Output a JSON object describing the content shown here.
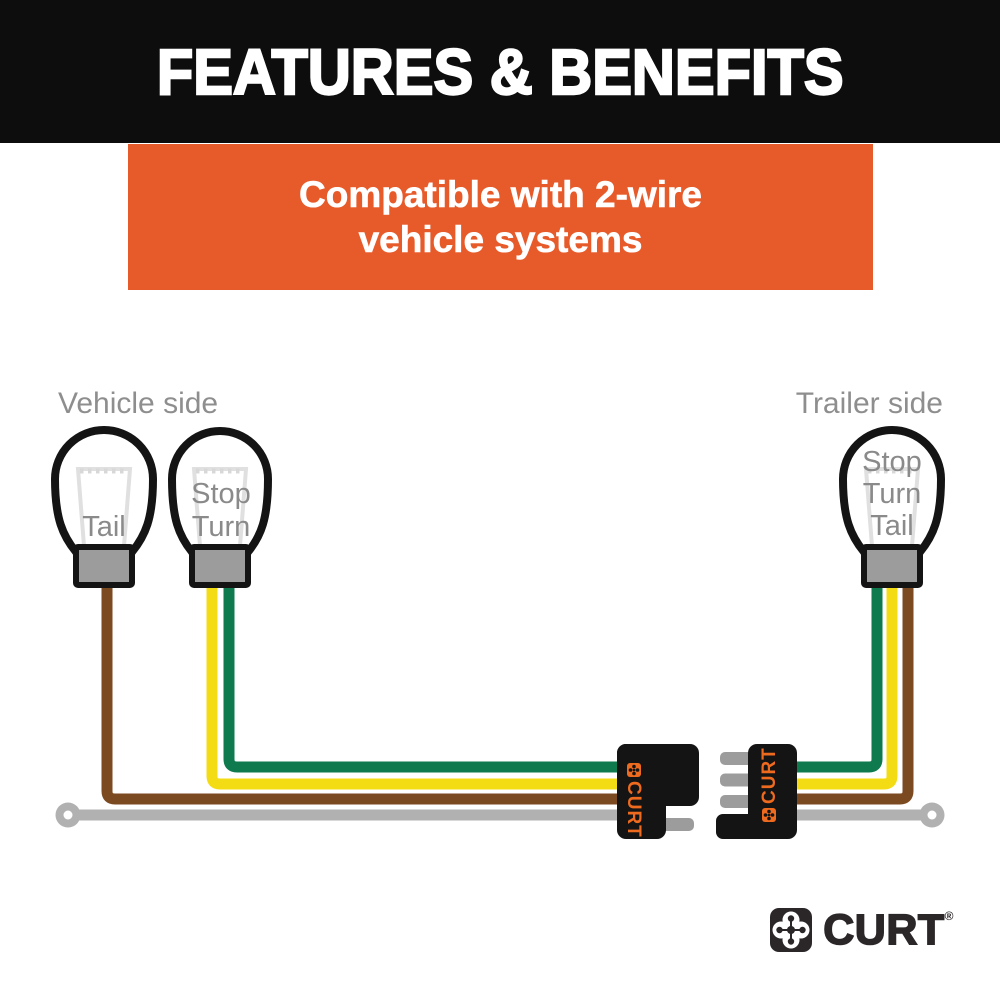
{
  "header": {
    "title": "FEATURES & BENEFITS"
  },
  "banner": {
    "line1": "Compatible with 2-wire",
    "line2": "vehicle systems"
  },
  "diagram": {
    "vehicle_side_label": "Vehicle side",
    "trailer_side_label": "Trailer side",
    "vehicle_bulb_tail": {
      "label": "Tail"
    },
    "vehicle_bulb_stop_turn": {
      "line1": "Stop",
      "line2": "Turn"
    },
    "trailer_bulb": {
      "line1": "Stop",
      "line2": "Turn",
      "line3": "Tail"
    },
    "connector_brand": "CURT",
    "wire_colors": {
      "green": "#0e7a4d",
      "yellow": "#f4dc15",
      "brown": "#7c4a21",
      "gray": "#b1b1b1"
    }
  },
  "footer_logo": {
    "text": "CURT",
    "reg_mark": "®"
  },
  "colors": {
    "header_bg": "#0d0d0d",
    "banner_bg": "#e75b2b",
    "connector_logo_orange": "#ed6a1f",
    "label_gray": "#8e8e8e",
    "footer_logo_color": "#2b2728"
  }
}
